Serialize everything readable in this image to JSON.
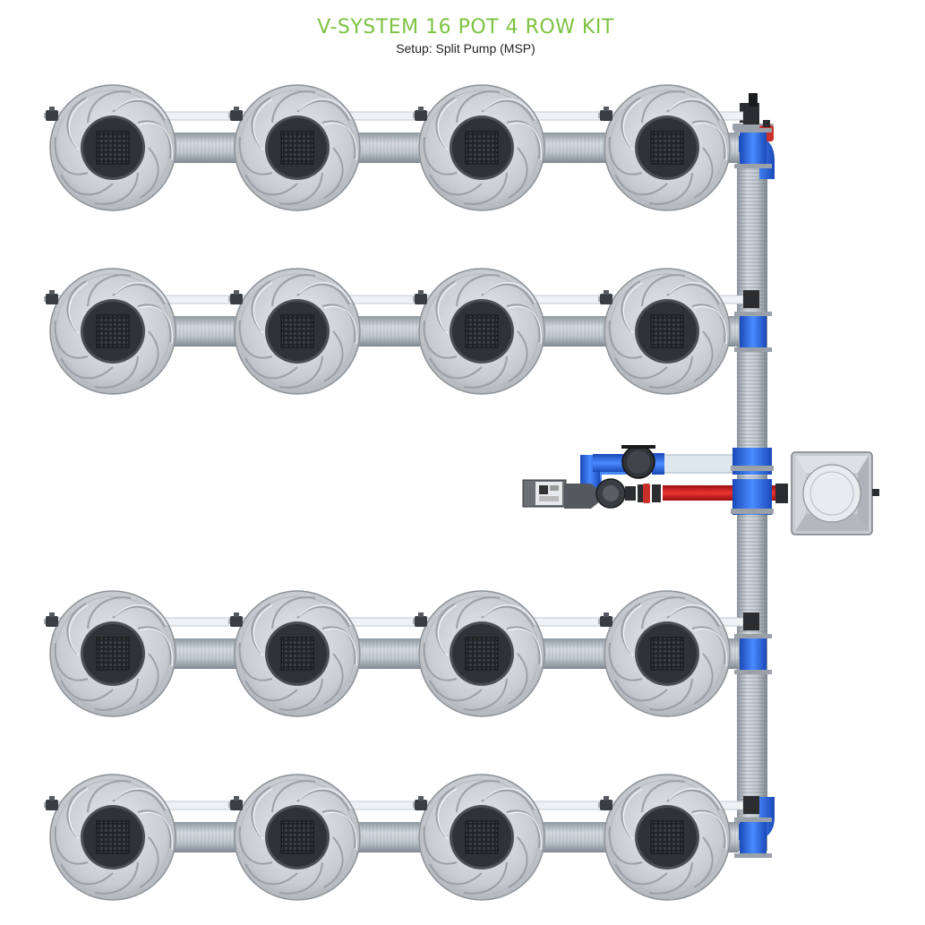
{
  "header": {
    "title": "V-SYSTEM 16 POT 4 ROW KIT",
    "subtitle": "Setup: Split Pump (MSP)"
  },
  "colors": {
    "title": "#7dc242",
    "pot_shell": "#c9cdd2",
    "pot_dark": "#2b2d31",
    "hose": "#b4bcc4",
    "feed_line": "#dfe7ee",
    "blue_fitting": "#2e6ee6",
    "return_line": "#d21f1f"
  },
  "layout": {
    "rows": 4,
    "pots_per_row": 4,
    "total_pots": 16
  },
  "components": {
    "pot_icon": "pot-icon",
    "pump_icon": "pump-icon",
    "reservoir_icon": "reservoir-icon",
    "filter_icon": "filter-icon",
    "valve_icon": "valve-icon"
  }
}
